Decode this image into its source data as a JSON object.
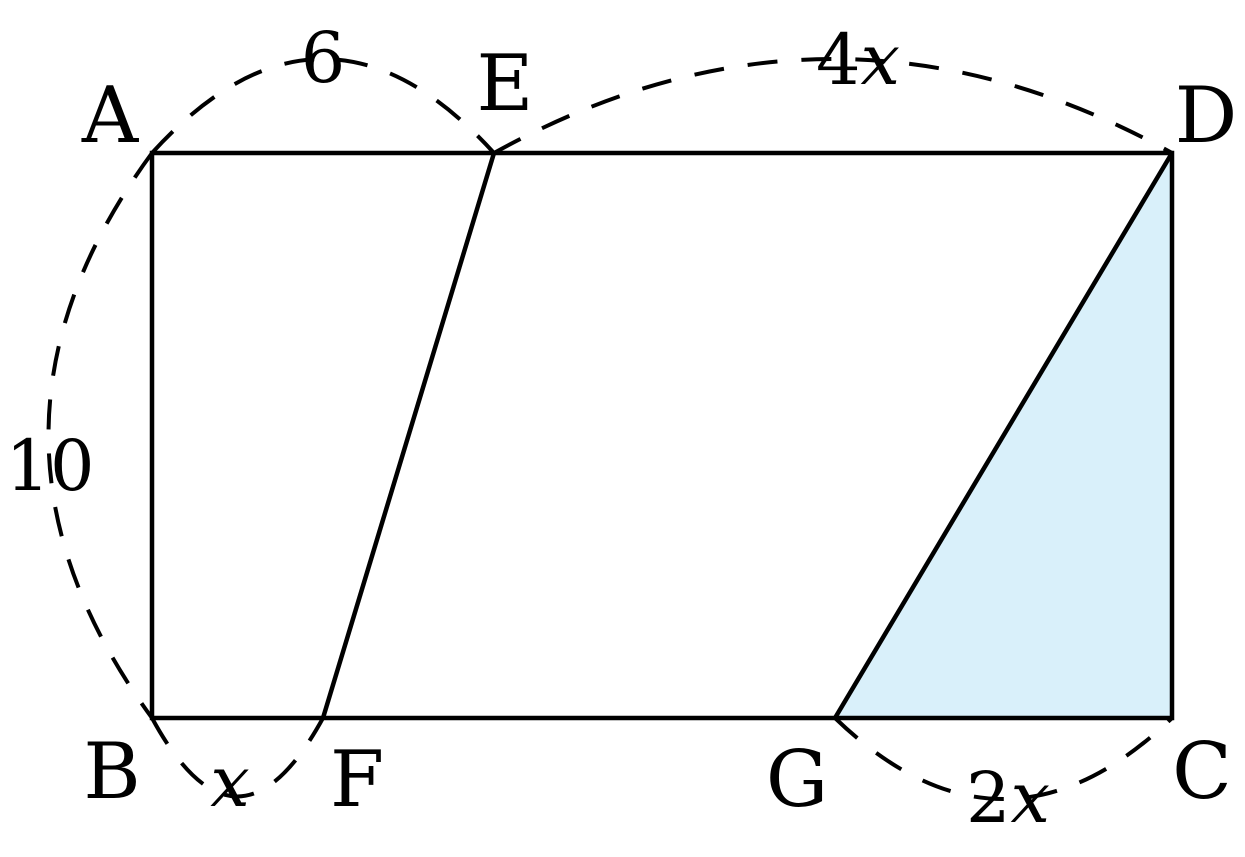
{
  "figure": {
    "fill_color": "#d9f0fa",
    "points": {
      "A": "A",
      "B": "B",
      "C": "C",
      "D": "D",
      "E": "E",
      "F": "F",
      "G": "G"
    },
    "measures": {
      "AB": {
        "coef": "",
        "num": "10",
        "var": ""
      },
      "AE": {
        "coef": "",
        "num": "6",
        "var": ""
      },
      "ED": {
        "coef": "4",
        "num": "",
        "var": "x"
      },
      "BF": {
        "coef": "",
        "num": "",
        "var": "x"
      },
      "GC": {
        "coef": "2",
        "num": "",
        "var": "x"
      }
    }
  }
}
